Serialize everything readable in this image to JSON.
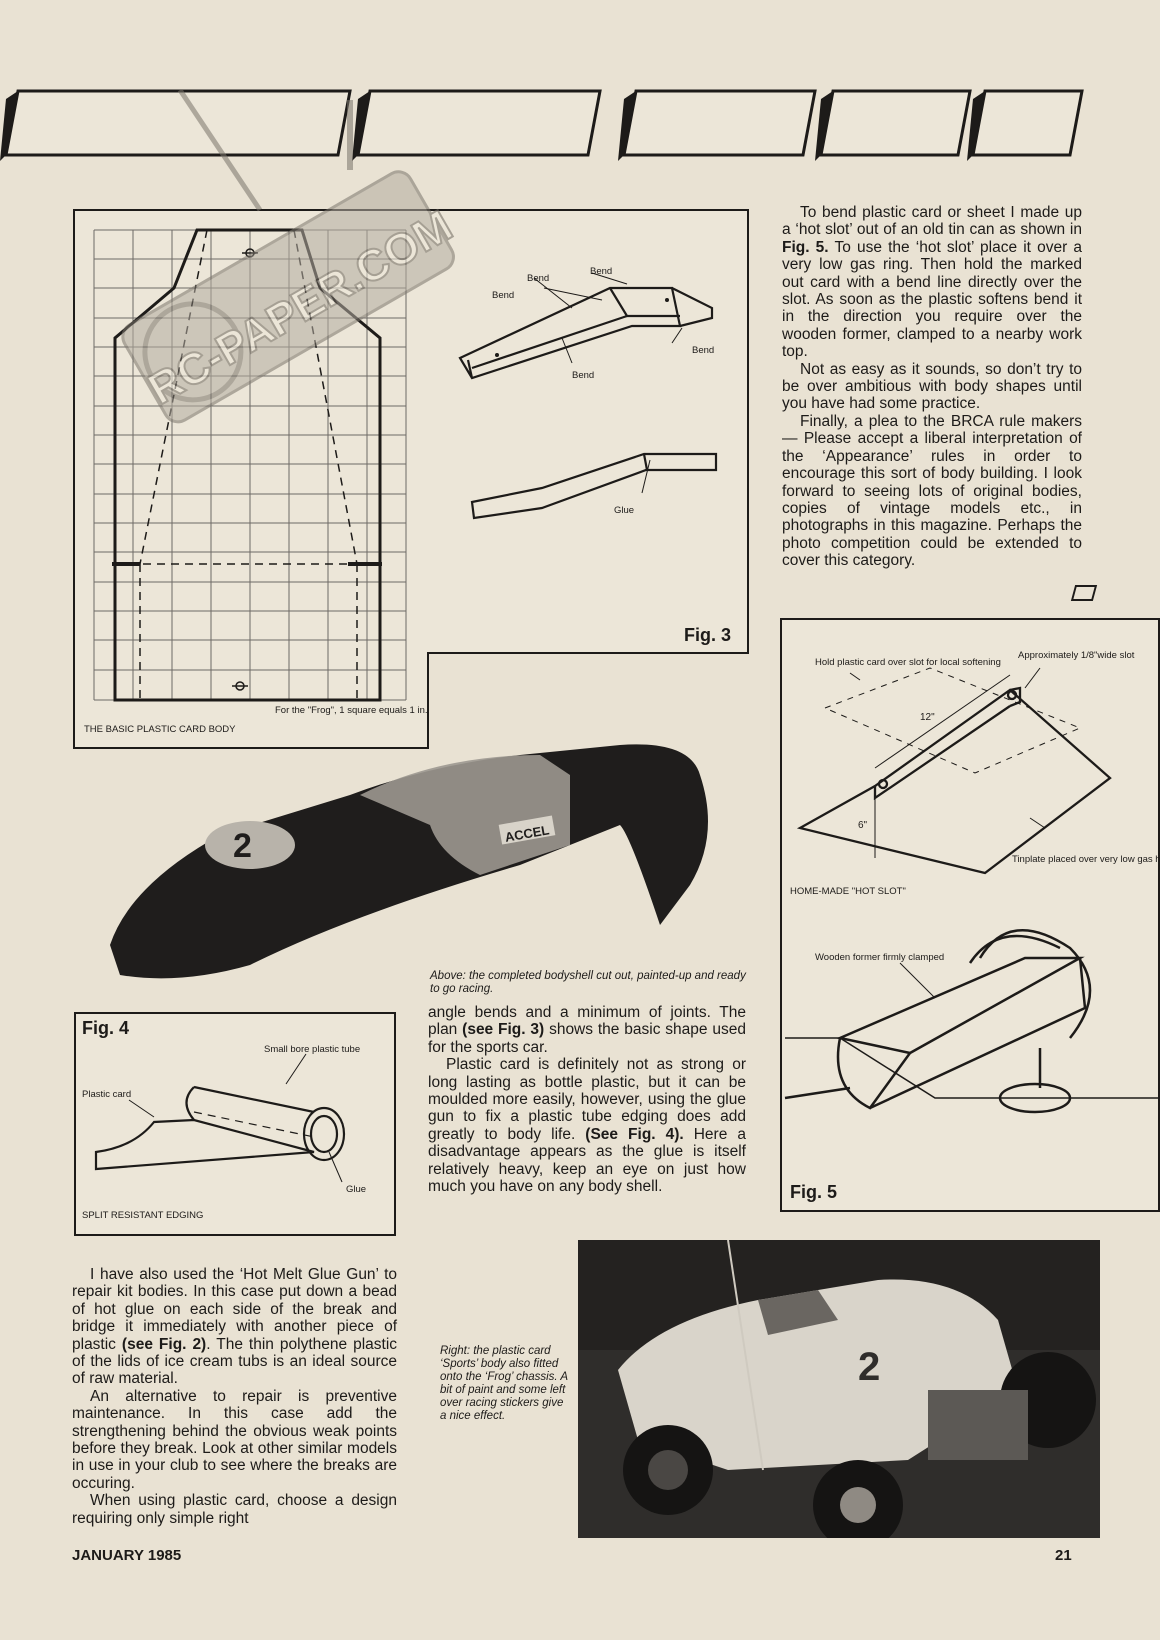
{
  "header_tabs": [
    "",
    "",
    "",
    "",
    ""
  ],
  "watermark": {
    "text": "RC-PAPER.COM"
  },
  "fig3": {
    "label": "Fig. 3",
    "plan_caption": "For the \"Frog\", 1 square equals 1 in.",
    "plan_title": "THE BASIC PLASTIC CARD BODY",
    "bends": [
      "Bend",
      "Bend",
      "Bend",
      "Bend",
      "Bend"
    ],
    "glue": "Glue"
  },
  "column_right_top": {
    "p1_a": "To bend plastic card or sheet I made up a ‘hot slot’ out of an old tin can as shown in ",
    "p1_ref1": "Fig. 5.",
    "p1_b": " To use the ‘hot slot’ place it over a very low gas ring. Then hold the marked out card with a bend line directly over the slot. As soon as the plastic softens bend it in the direction you require over the wooden former, clamped to a nearby work top.",
    "p2": "Not as easy as it sounds, so don’t try to be over ambitious with body shapes until you have had some practice.",
    "p3": "Finally, a plea to the BRCA rule makers — Please accept a liberal interpretation of the ‘Appearance’ rules in order to encourage this sort of body building. I look forward to seeing lots of original bodies, copies of vintage models etc., in photographs in this magazine. Perhaps the photo competition could be extended to cover this category."
  },
  "fig5": {
    "label": "Fig. 5",
    "hold": "Hold plastic card over slot for local softening",
    "approx": "Approximately 1/8\"wide slot",
    "dim12": "12\"",
    "dim6": "6\"",
    "tinplate": "Tinplate placed over very low gas heat",
    "title": "HOME-MADE \"HOT SLOT\"",
    "former": "Wooden former firmly clamped"
  },
  "body_photo": {
    "caption": "Above: the completed bodyshell cut out, painted-up and ready to go racing.",
    "number": "2",
    "sticker": "ACCEL"
  },
  "fig4": {
    "label": "Fig. 4",
    "tube": "Small bore plastic tube",
    "card": "Plastic card",
    "glue": "Glue",
    "title": "SPLIT RESISTANT EDGING"
  },
  "column_mid": {
    "p1": "angle bends and a minimum of joints. The plan ",
    "p1_ref": "(see Fig. 3)",
    "p1_b": " shows the basic shape used for the sports car.",
    "p2": "Plastic card is definitely not as strong or long lasting as bottle plastic, but it can be moulded more easily, however, using the glue gun to fix a plastic tube edging does add greatly to body life. ",
    "p2_ref": "(See Fig. 4).",
    "p2_b": " Here a disadvantage appears as the glue is itself relatively heavy, keep an eye on just how much you have on any body shell."
  },
  "column_left": {
    "p1_a": "I have also used the ‘Hot Melt Glue Gun’ to repair kit bodies. In this case put down a bead of hot glue on each side of the break and bridge it immediately with another piece of plastic ",
    "p1_ref": "(see Fig. 2)",
    "p1_b": ". The thin polythene plastic of the lids of ice cream tubs is an ideal source of raw material.",
    "p2": "An alternative to repair is preventive maintenance. In this case add the strengthening behind the obvious weak points before they break. Look at other similar models in use in your club to see where the breaks are occuring.",
    "p3": "When using plastic card, choose a design requiring only simple right"
  },
  "car_photo": {
    "caption": "Right: the plastic card ‘Sports’ body also fitted onto the ‘Frog’ chassis. A bit of paint and some left over racing stickers give a nice effect.",
    "number": "2"
  },
  "footer": {
    "date": "JANUARY 1985",
    "page": "21"
  }
}
